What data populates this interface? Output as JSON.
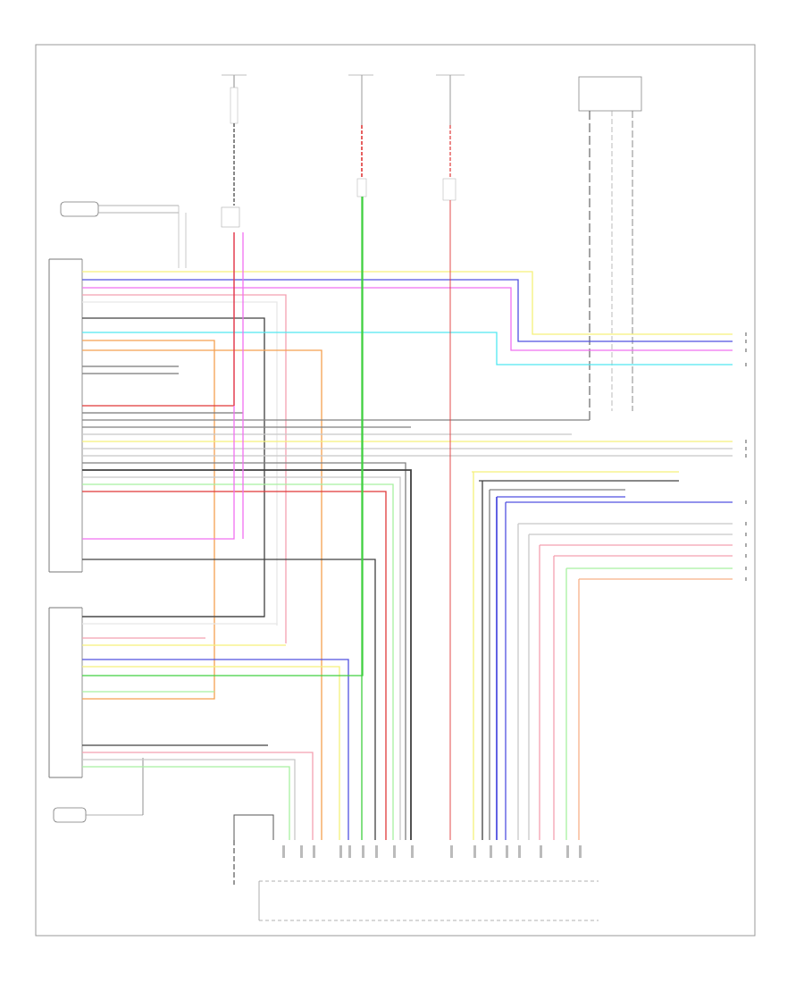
{
  "diagram": {
    "footer_id": "",
    "bottom_connector_label": "",
    "colors": {
      "frame": "#999999",
      "yellow": "#f5f07a",
      "blue": "#5050e0",
      "pink": "#f070f0",
      "lightpink": "#f4a0b0",
      "red": "#e03838",
      "green": "#40d040",
      "cyan": "#50e8f0",
      "orange": "#f5a050",
      "gray": "#808080",
      "darkgray": "#404040",
      "lightgray": "#c8c8c8",
      "lightgreen": "#a8f0a0",
      "salmon": "#f8b088"
    },
    "components": [
      {
        "id": "left-speaker-top",
        "label": ""
      },
      {
        "id": "radio-unit-block",
        "label": ""
      },
      {
        "id": "left-speaker-bottom",
        "label": ""
      },
      {
        "id": "fuse-a",
        "label": ""
      },
      {
        "id": "fuse-b",
        "label": ""
      },
      {
        "id": "fuse-c",
        "label": ""
      },
      {
        "id": "top-right-module",
        "label": ""
      },
      {
        "id": "ground-point",
        "label": ""
      }
    ]
  }
}
